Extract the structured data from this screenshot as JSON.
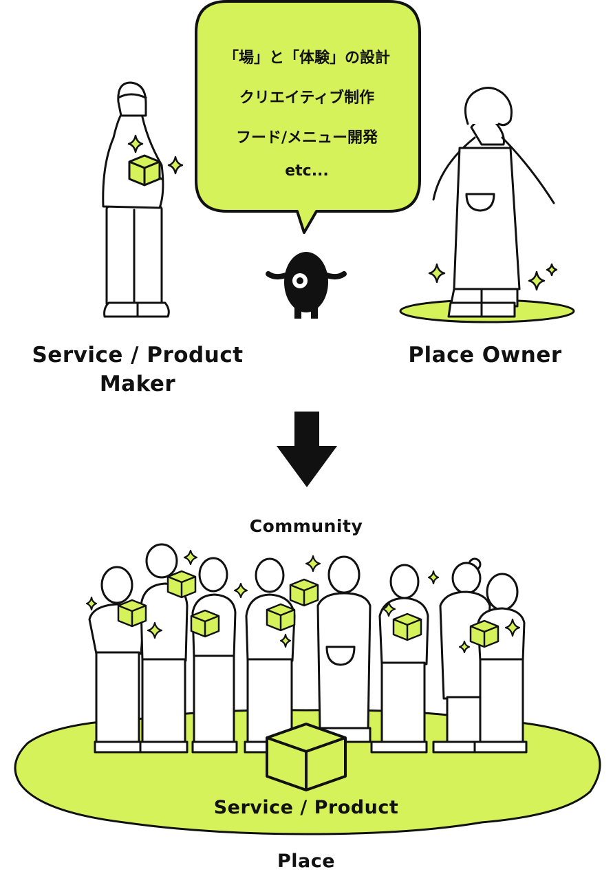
{
  "colors": {
    "accent": "#D6F25A",
    "ink": "#111111",
    "paper": "#FFFFFF"
  },
  "bubble": {
    "lines": [
      "「場」と「体験」の設計",
      "クリエイティブ制作",
      "フード/メニュー開発",
      "etc..."
    ]
  },
  "roles": {
    "maker_line1": "Service / Product",
    "maker_line2": "Maker",
    "owner": "Place Owner"
  },
  "bottom": {
    "community": "Community",
    "product": "Service / Product",
    "place": "Place"
  },
  "icons": {
    "mascot": "one-eyed-mascot-icon",
    "arrow": "arrow-down-icon",
    "box": "cube-box-icon",
    "sparkle": "sparkle-icon"
  }
}
